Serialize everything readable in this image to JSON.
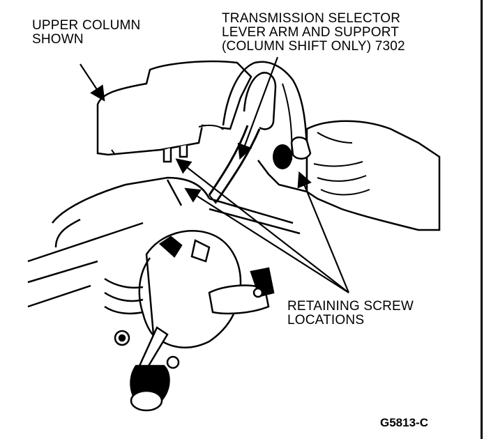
{
  "labels": {
    "upper_column": [
      "UPPER COLUMN",
      "SHOWN"
    ],
    "transmission_selector": [
      "TRANSMISSION SELECTOR",
      "LEVER ARM AND SUPPORT",
      "(COLUMN SHIFT ONLY) 7302"
    ],
    "retaining_screw": [
      "RETAINING SCREW",
      "LOCATIONS"
    ]
  },
  "figure_id": "G5813-C",
  "colors": {
    "ink": "#000000",
    "paper": "#ffffff"
  }
}
